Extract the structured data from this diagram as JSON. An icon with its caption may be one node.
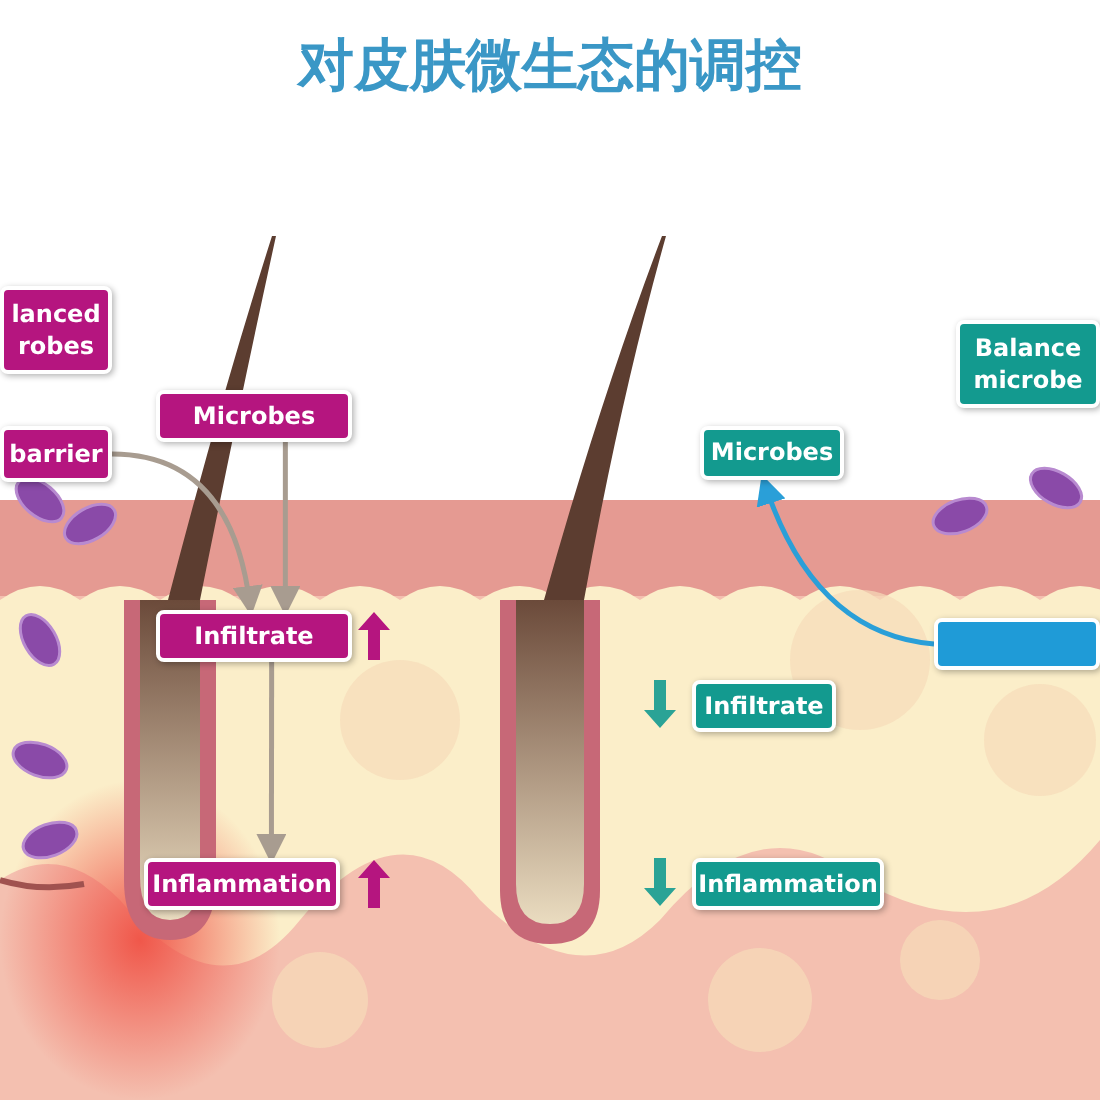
{
  "diagram": {
    "title": "对皮肤微生态的调控",
    "nodes": [
      {
        "text": [
          "lanced robes"
        ]
      },
      {
        "text": [
          "barrier"
        ]
      },
      {
        "text": [
          "Microbes"
        ]
      },
      {
        "text": [
          "Infiltrate"
        ]
      },
      {
        "text": [
          "Inflammation"
        ]
      },
      {
        "text": [
          "Microbes"
        ]
      },
      {
        "text": [],
        "shape": "box"
      },
      {
        "text": [
          "Infiltrate"
        ]
      },
      {
        "text": [
          "Inflammation"
        ]
      },
      {
        "text": [
          "Balance microbe"
        ]
      }
    ],
    "edges": [
      {
        "from": 1,
        "to": 3,
        "arrow": "to"
      },
      {
        "from": 2,
        "to": 3,
        "arrow": "to"
      },
      {
        "from": 3,
        "to": 4,
        "arrow": "to"
      },
      {
        "from": 6,
        "to": 5,
        "arrow": "to",
        "color": "#2a9fd8"
      }
    ]
  }
}
